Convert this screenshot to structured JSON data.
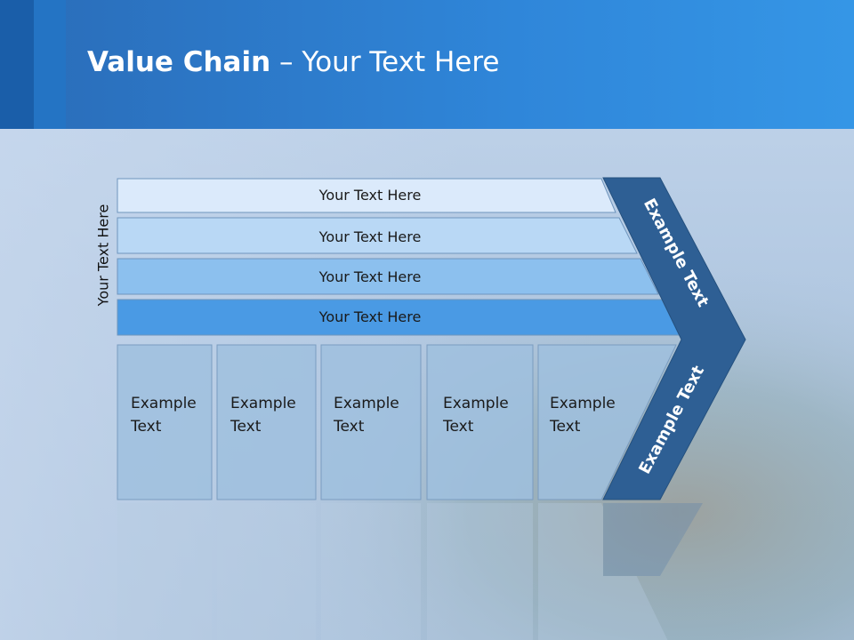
{
  "title": {
    "bold": "Value Chain",
    "rest": " – Your Text Here"
  },
  "side_label": "Your Text Here",
  "bars": [
    {
      "label": "Your Text Here",
      "color": "#dbeafb"
    },
    {
      "label": "Your Text Here",
      "color": "#b9d8f5"
    },
    {
      "label": "Your Text Here",
      "color": "#8cc0ee"
    },
    {
      "label": "Your Text Here",
      "color": "#4a9ae4"
    }
  ],
  "cells": [
    {
      "line1": "Example",
      "line2": "Text"
    },
    {
      "line1": "Example",
      "line2": "Text"
    },
    {
      "line1": "Example",
      "line2": "Text"
    },
    {
      "line1": "Example",
      "line2": "Text"
    },
    {
      "line1": "Example",
      "line2": "Text"
    }
  ],
  "arrow": {
    "upper": "Example Text",
    "lower": "Example Text",
    "color": "#2e5f94"
  },
  "colors": {
    "header": "#2f86d9",
    "cell": "#9fc0de"
  }
}
